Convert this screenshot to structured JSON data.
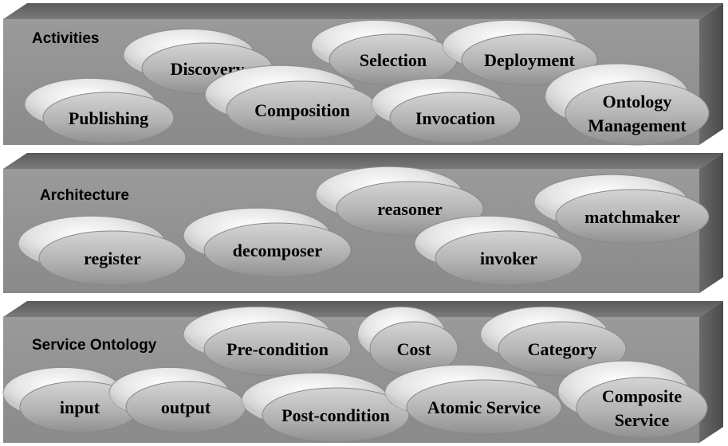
{
  "layers": [
    {
      "id": "activities",
      "label": "Activities",
      "nodes": [
        {
          "id": "discovery",
          "lines": [
            "Discovery"
          ]
        },
        {
          "id": "selection",
          "lines": [
            "Selection"
          ]
        },
        {
          "id": "deployment",
          "lines": [
            "Deployment"
          ]
        },
        {
          "id": "publishing",
          "lines": [
            "Publishing"
          ]
        },
        {
          "id": "composition",
          "lines": [
            "Composition"
          ]
        },
        {
          "id": "invocation",
          "lines": [
            "Invocation"
          ]
        },
        {
          "id": "ontology-management",
          "lines": [
            "Ontology",
            "Management"
          ]
        }
      ]
    },
    {
      "id": "architecture",
      "label": "Architecture",
      "nodes": [
        {
          "id": "reasoner",
          "lines": [
            "reasoner"
          ]
        },
        {
          "id": "matchmaker",
          "lines": [
            "matchmaker"
          ]
        },
        {
          "id": "register",
          "lines": [
            "register"
          ]
        },
        {
          "id": "decomposer",
          "lines": [
            "decomposer"
          ]
        },
        {
          "id": "invoker",
          "lines": [
            "invoker"
          ]
        }
      ]
    },
    {
      "id": "service-ontology",
      "label": "Service Ontology",
      "nodes": [
        {
          "id": "pre-condition",
          "lines": [
            "Pre-condition"
          ]
        },
        {
          "id": "cost",
          "lines": [
            "Cost"
          ]
        },
        {
          "id": "category",
          "lines": [
            "Category"
          ]
        },
        {
          "id": "input",
          "lines": [
            "input"
          ]
        },
        {
          "id": "output",
          "lines": [
            "output"
          ]
        },
        {
          "id": "post-condition",
          "lines": [
            "Post-condition"
          ]
        },
        {
          "id": "atomic-service",
          "lines": [
            "Atomic Service"
          ]
        },
        {
          "id": "composite-service",
          "lines": [
            "Composite",
            "Service"
          ]
        }
      ]
    }
  ]
}
